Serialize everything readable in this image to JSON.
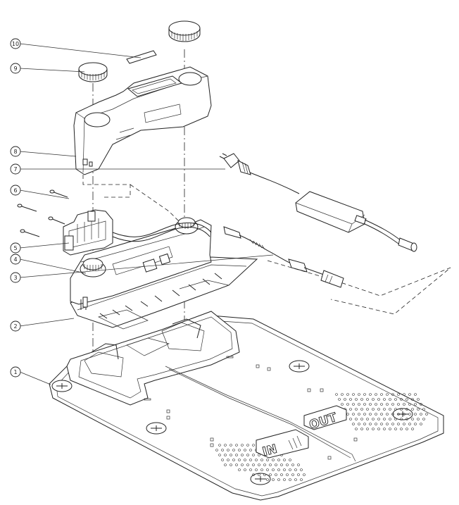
{
  "callouts": [
    {
      "number": "1",
      "part": "base-plate"
    },
    {
      "number": "2",
      "part": "station-housing"
    },
    {
      "number": "3",
      "part": "signal-cable"
    },
    {
      "number": "4",
      "part": "housing-knob"
    },
    {
      "number": "5",
      "part": "contact-bracket"
    },
    {
      "number": "6",
      "part": "screws"
    },
    {
      "number": "7",
      "part": "power-supply"
    },
    {
      "number": "8",
      "part": "top-cover"
    },
    {
      "number": "9",
      "part": "cover-knob"
    },
    {
      "number": "10",
      "part": "label-strip"
    }
  ],
  "plate_labels": {
    "in": "IN",
    "out": "OUT"
  }
}
